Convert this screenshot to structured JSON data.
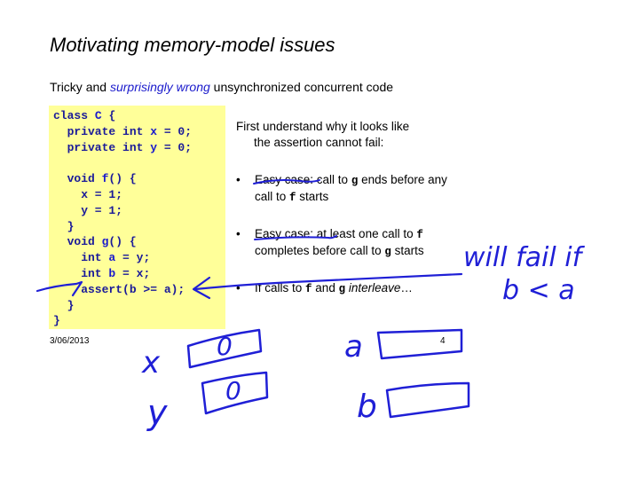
{
  "slide": {
    "title": "Motivating memory-model issues",
    "subtitle": {
      "pre": "Tricky and ",
      "em": "surprisingly wrong",
      "post": " unsynchronized concurrent code"
    },
    "code": {
      "class_kw": "class",
      "class_name": "C",
      "open": " {",
      "field_x": {
        "mods": "  private int ",
        "var": "x",
        "rest": " = 0;"
      },
      "field_y": {
        "mods": "  private int ",
        "var": "y",
        "rest": " = 0;"
      },
      "f_sig": {
        "pre": "  void ",
        "name": "f",
        "post": "() {"
      },
      "f_line1": "    x = 1;",
      "f_line2": "    y = 1;",
      "f_close": "  }",
      "g_sig": {
        "pre": "  void ",
        "name": "g",
        "post": "() {"
      },
      "g_line1": {
        "pre": "    int ",
        "var": "a",
        "post": " = y;"
      },
      "g_line2": {
        "pre": "    int ",
        "var": "b",
        "post": " = x;"
      },
      "g_line3": "    assert(b >= a);",
      "g_close": "  }",
      "class_close": "}"
    },
    "desc": {
      "line1": "First understand why it looks like",
      "line2": "the assertion cannot fail:"
    },
    "bullets": [
      {
        "dot": "•",
        "lead": "Easy case:",
        "t1": "  call to ",
        "c1": "g",
        "t2": " ends before any call to ",
        "c2": "f",
        "t3": " starts"
      },
      {
        "dot": "•",
        "lead": "Easy case:",
        "t1": " at least one call to ",
        "c1": "f",
        "t2": " completes before call to ",
        "c2": "g",
        "t3": " starts"
      },
      {
        "dot": "•",
        "t1": "If calls to ",
        "c1": "f",
        "t2": " and ",
        "c2": "g",
        "t3": " ",
        "em": "interleave",
        "t4": "…"
      }
    ],
    "footer_date": "3/06/2013",
    "page_number": "4"
  },
  "annotations": {
    "note_line1": "will fail if",
    "note_line2": "b < a",
    "x_label": "x",
    "x_value": "0",
    "y_label": "y",
    "y_value": "0",
    "a_label": "a",
    "b_label": "b",
    "ink_color": "#1f1fd6"
  }
}
